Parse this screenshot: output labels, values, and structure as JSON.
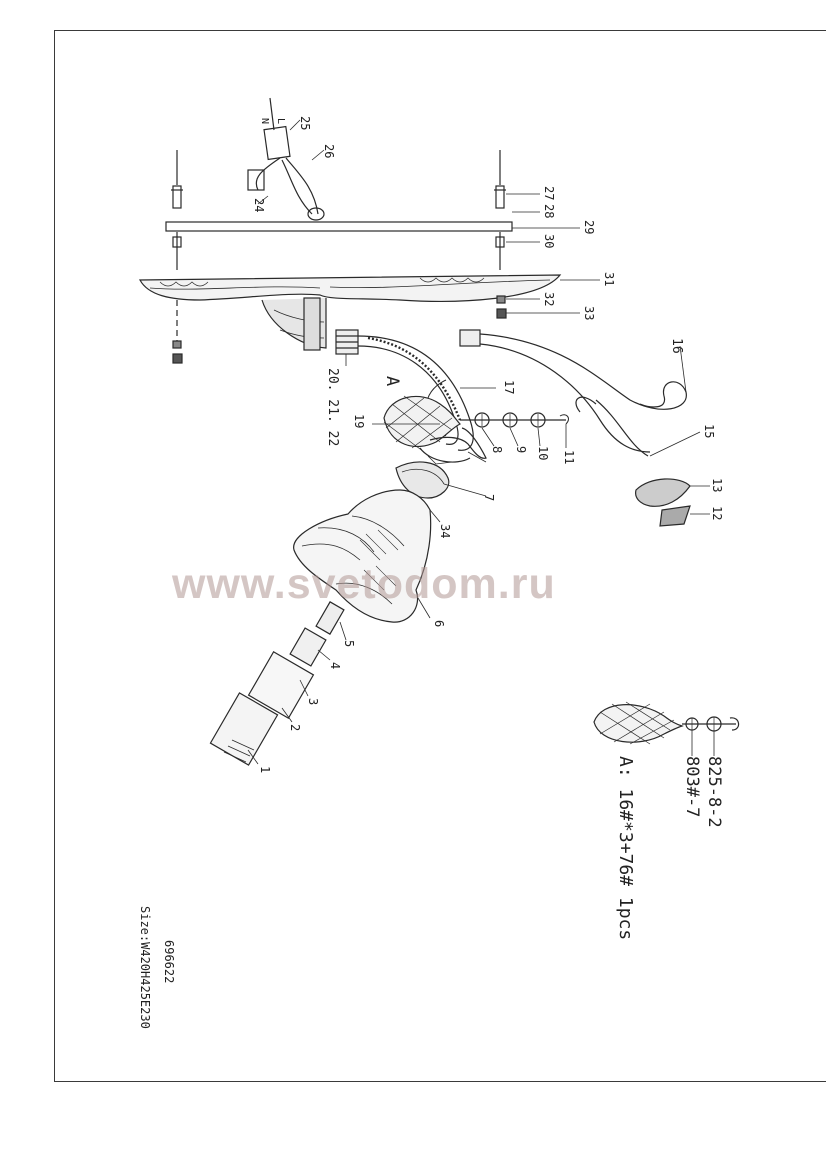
{
  "watermark": "www.svetodom.ru",
  "part_numbers": {
    "p1": "1",
    "p2": "2",
    "p3": "3",
    "p4": "4",
    "p5": "5",
    "p6": "6",
    "p7": "7",
    "p8": "8",
    "p9": "9",
    "p10": "10",
    "p11": "11",
    "p12": "12",
    "p13": "13",
    "p15": "15",
    "p16": "16",
    "p17": "17",
    "p19": "19",
    "p20_21_22": "20. 21. 22",
    "p24": "24",
    "p25": "25",
    "p26": "26",
    "p27": "27",
    "p28": "28",
    "p29": "29",
    "p30": "30",
    "p31": "31",
    "p32": "32",
    "p33": "33",
    "p34": "34"
  },
  "wire_labels": {
    "n": "N",
    "l": "L"
  },
  "detail": {
    "marker": "A",
    "code_top": "825-8-2",
    "code_bottom": "803#-7",
    "spec": "A: 16#*3+76# 1pcs"
  },
  "model": {
    "number": "696622",
    "size": "Size:W420H425E230"
  }
}
